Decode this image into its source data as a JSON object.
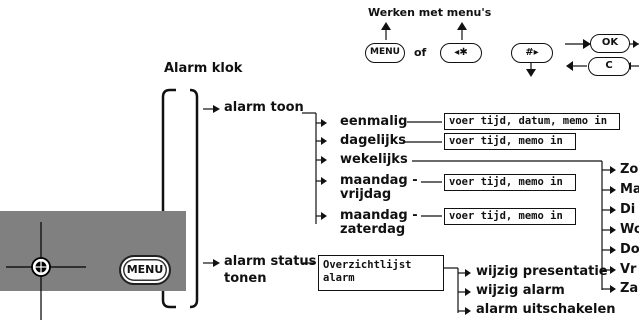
{
  "header": {
    "title": "Werken met menu's",
    "menu_key": "MENU",
    "of_label": "of",
    "star_key": "◂✱",
    "hash_key": "#▸",
    "ok_key": "OK",
    "c_key": "C"
  },
  "section_title": "Alarm klok",
  "phone": {
    "menu_button": "MENU"
  },
  "menu": {
    "alarm_toon": "alarm toon",
    "alarm_status_line1": "alarm status",
    "alarm_status_line2": "tonen"
  },
  "frequency": {
    "eenmalig": "eenmalig",
    "dagelijks": "dagelijks",
    "wekelijks": "wekelijks",
    "maandag_vrijdag_1": "maandag -",
    "maandag_vrijdag_2": "vrijdag",
    "maandag_zaterdag_1": "maandag -",
    "maandag_zaterdag_2": "zaterdag"
  },
  "displays": {
    "eenmalig": "voer tijd, datum, memo in",
    "dagelijks": "voer tijd, memo in",
    "ma_vr": "voer tijd, memo in",
    "ma_za": "voer tijd, memo in",
    "overzicht_1": "Overzichtlijst",
    "overzicht_2": "alarm"
  },
  "status_options": [
    "wijzig presentatie",
    "wijzig alarm",
    "alarm uitschakelen"
  ],
  "weekdays": [
    "Zo",
    "Ma",
    "Di",
    "Wo",
    "Do",
    "Vr",
    "Za"
  ]
}
